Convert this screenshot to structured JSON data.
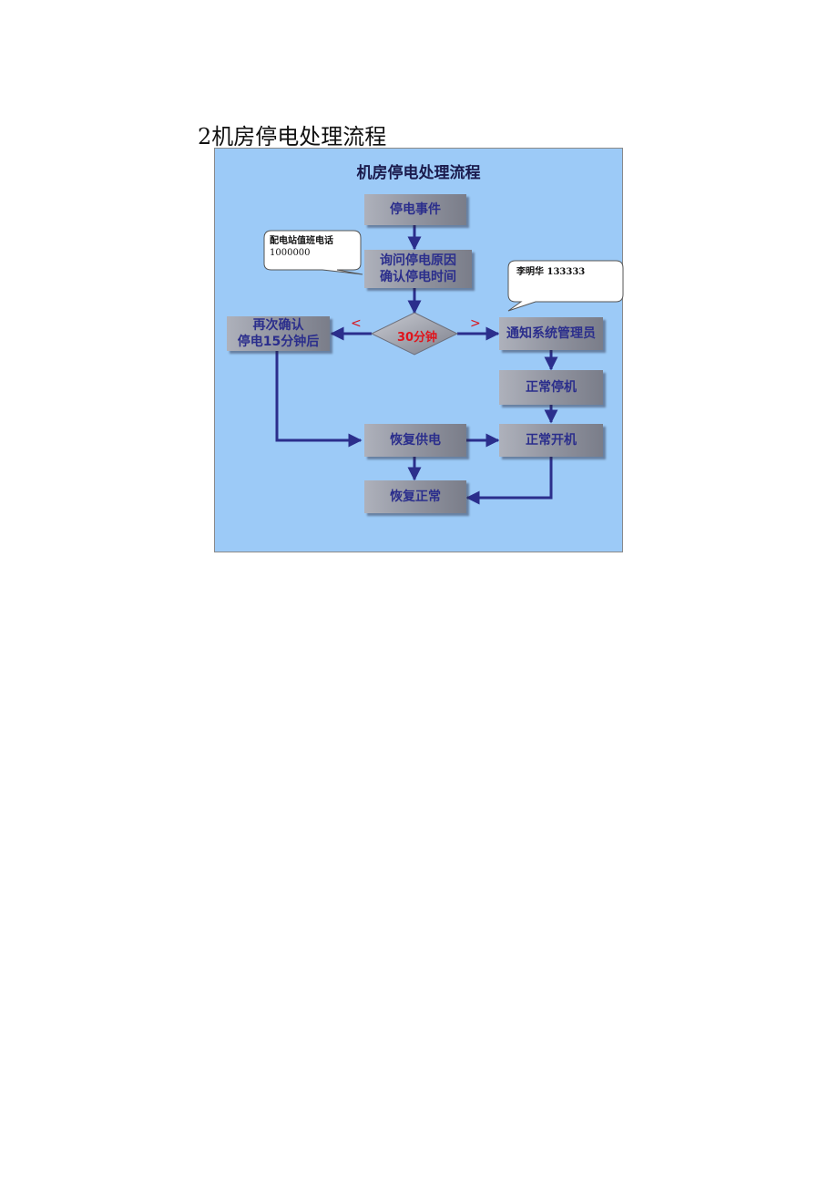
{
  "heading": "2机房停电处理流程",
  "diagram": {
    "title": "机房停电处理流程",
    "nodes": {
      "power_outage_event": "停电事件",
      "inquire_line1": "询问停电原因",
      "inquire_line2": "确认停电时间",
      "decision": "30分钟",
      "reconfirm_line1": "再次确认",
      "reconfirm_line2": "停电15分钟后",
      "notify_admin": "通知系统管理员",
      "normal_shutdown": "正常停机",
      "normal_startup": "正常开机",
      "restore_power": "恢复供电",
      "restore_normal": "恢复正常"
    },
    "decision_marks": {
      "left": "<",
      "right": ">"
    },
    "callouts": {
      "substation_label": "配电站值班电话",
      "substation_phone": "1000000",
      "admin_contact": "李明华 133333"
    },
    "colors": {
      "background": "#9ccaf7",
      "arrow": "#2b2e8c",
      "node_text": "#2b2e8c",
      "decision_text": "#e0141b"
    }
  }
}
